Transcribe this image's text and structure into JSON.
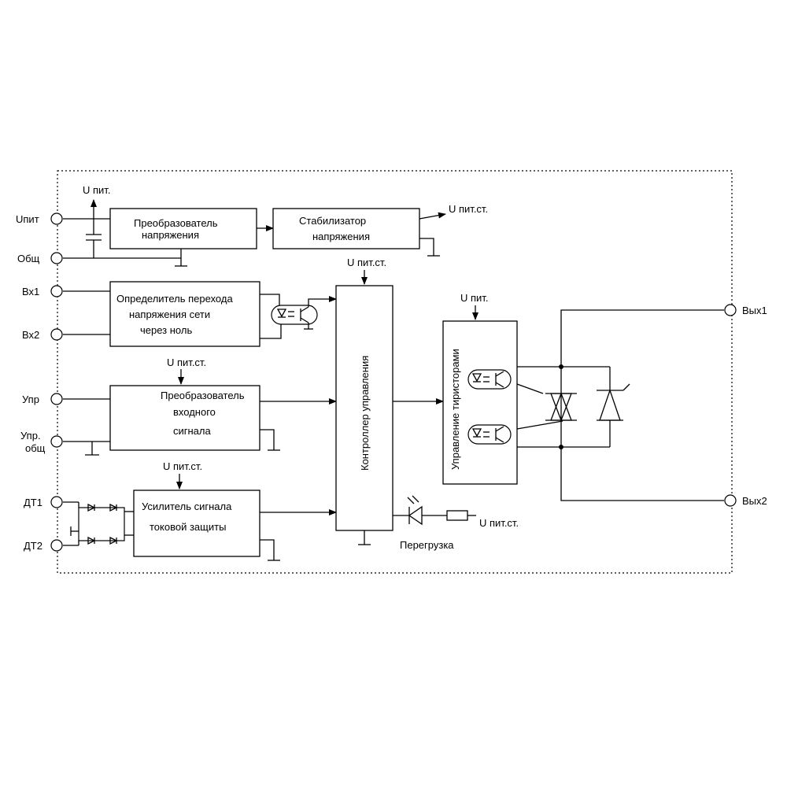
{
  "terminals": {
    "upit": "Uпит",
    "obsch": "Общ",
    "vx1": "Вх1",
    "vx2": "Вх2",
    "upr": "Упр",
    "upr_obsch_1": "Упр.",
    "upr_obsch_2": "общ",
    "dt1": "ДТ1",
    "dt2": "ДТ2",
    "vyx1": "Вых1",
    "vyx2": "Вых2"
  },
  "supply": {
    "upit": "U пит.",
    "upit_st": "U пит.ст."
  },
  "blocks": {
    "converter_1": "Преобразователь",
    "converter_2": "напряжения",
    "stabilizer_1": "Стабилизатор",
    "stabilizer_2": "напряжения",
    "zero_1": "Определитель перехода",
    "zero_2": "напряжения сети",
    "zero_3": "через ноль",
    "input_1": "Преобразователь",
    "input_2": "входного",
    "input_3": "сигнала",
    "amp_1": "Усилитель сигнала",
    "amp_2": "токовой защиты",
    "controller": "Контроллер управления",
    "thyristor": "Управление тиристорами"
  },
  "overload": "Перегрузка"
}
